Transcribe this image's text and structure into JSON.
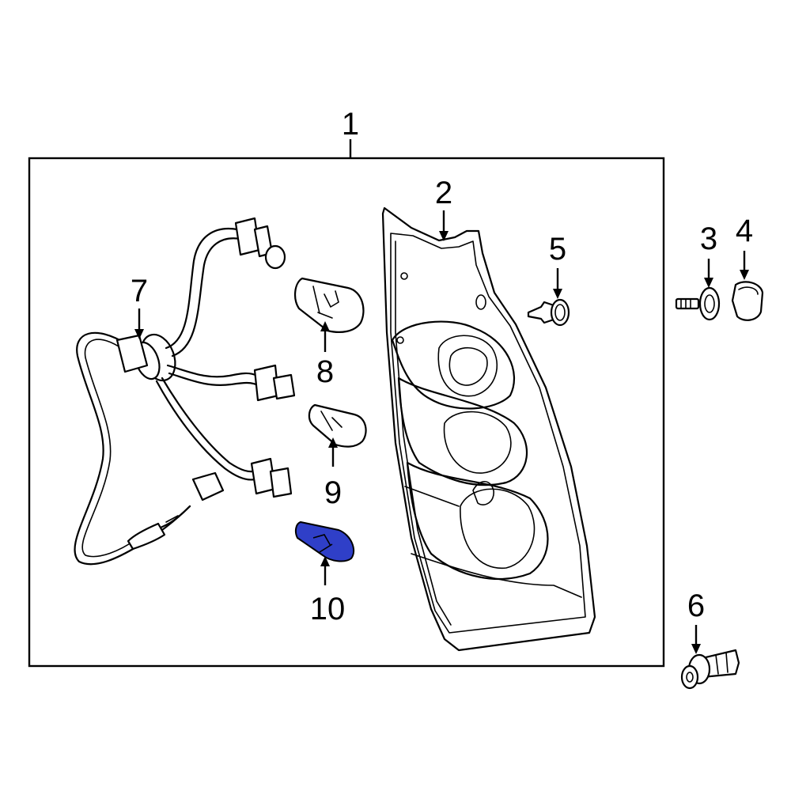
{
  "callouts": {
    "c1": "1",
    "c2": "2",
    "c3": "3",
    "c4": "4",
    "c5": "5",
    "c6": "6",
    "c7": "7",
    "c8": "8",
    "c9": "9",
    "c10": "10"
  },
  "colors": {
    "highlight": "#2f3fc8",
    "line": "#000000",
    "background": "#ffffff"
  }
}
